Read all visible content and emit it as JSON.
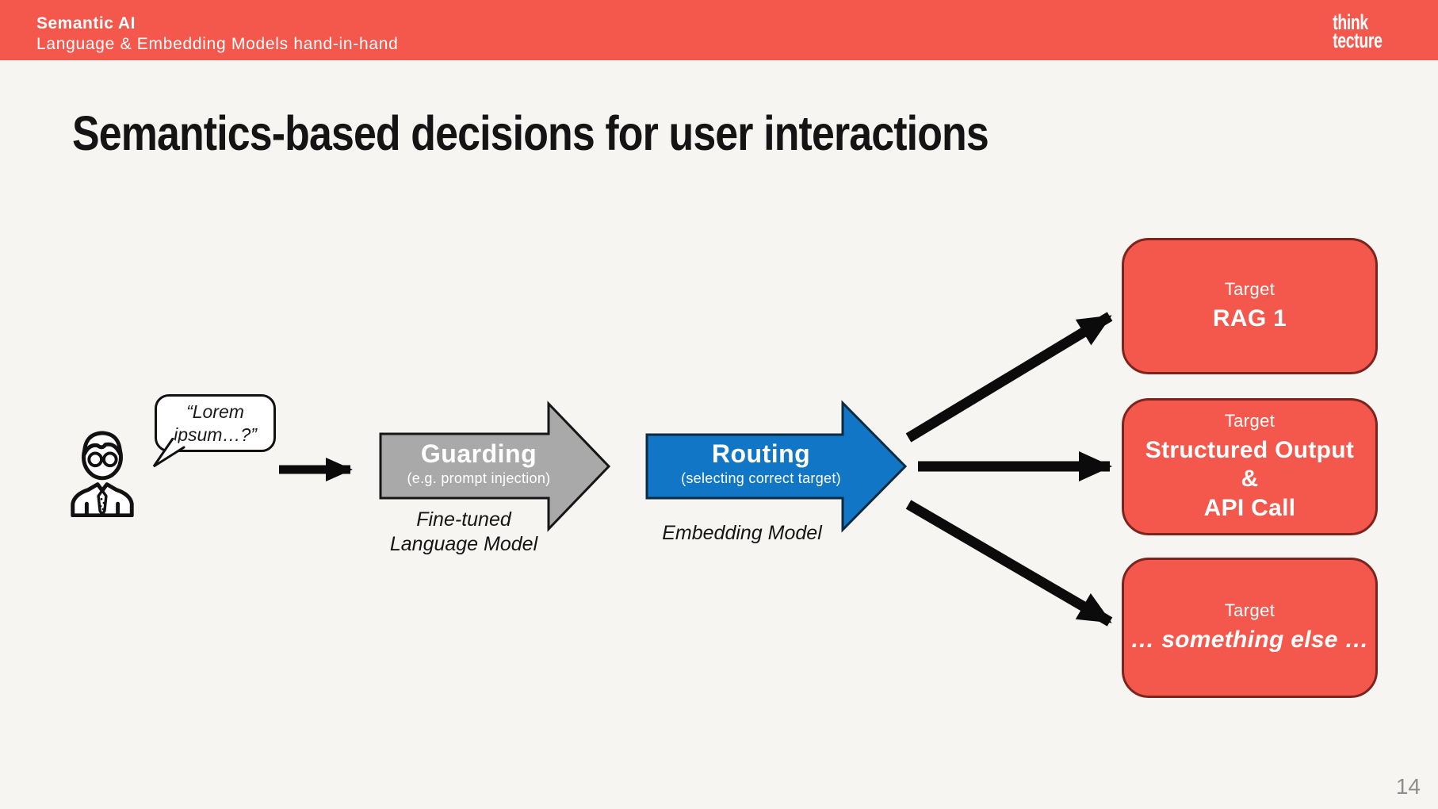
{
  "slide": {
    "page_number": "14"
  },
  "header": {
    "product": "Semantic AI",
    "subtitle": "Language & Embedding Models hand-in-hand",
    "logo": {
      "line1": "think",
      "line2": "tecture"
    }
  },
  "title": "Semantics-based decisions for user interactions",
  "colors": {
    "accent_red": "#F4574C",
    "red_border": "#7D241F",
    "arrow_blue": "#1176C5",
    "blue_border": "#0D2C42",
    "arrow_gray": "#A9A9A9",
    "ink": "#1A1A1A",
    "background": "#F7F5F1"
  },
  "diagram": {
    "user_icon": "person-with-glasses-and-tie-icon",
    "speech_bubble": {
      "line1": "“Lorem",
      "line2": "ipsum…?”"
    },
    "guarding": {
      "label": "Guarding",
      "sublabel": "(e.g. prompt injection)",
      "caption_line1": "Fine-tuned",
      "caption_line2": "Language Model"
    },
    "routing": {
      "label": "Routing",
      "sublabel": "(selecting correct target)",
      "caption": "Embedding Model"
    },
    "targets": {
      "rag": {
        "kicker": "Target",
        "title": "RAG 1"
      },
      "structured": {
        "kicker": "Target",
        "line1": "Structured Output",
        "line2": "&",
        "line3": "API Call"
      },
      "something_else": {
        "kicker": "Target",
        "title": "… something else …"
      }
    }
  }
}
